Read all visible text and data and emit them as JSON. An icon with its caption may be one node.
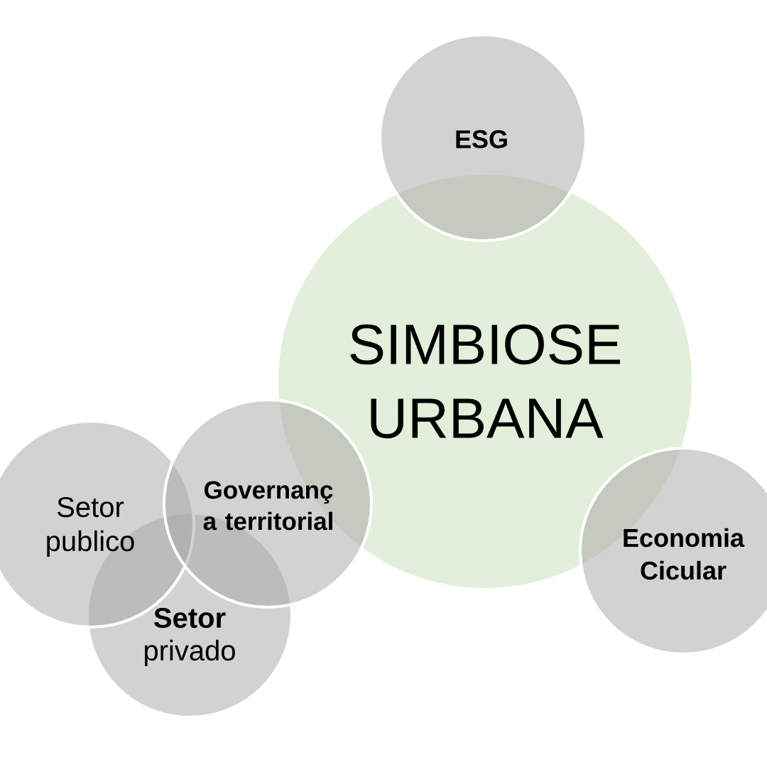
{
  "diagram": {
    "nodes": [
      {
        "text": [
          "ESG"
        ]
      },
      {
        "text": [
          "SIMBIOSE URBANA"
        ]
      },
      {
        "text": [
          "Governanç a territorial"
        ]
      },
      {
        "text": [
          "Setor publico"
        ]
      },
      {
        "text": [
          "Economia Cicular"
        ]
      },
      {
        "text": [
          "**Setor** privado"
        ]
      }
    ]
  }
}
